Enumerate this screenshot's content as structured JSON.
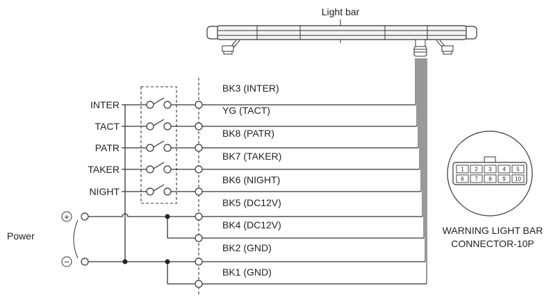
{
  "light_bar_label": "Light bar",
  "switch_labels": [
    "INTER",
    "TACT",
    "PATR",
    "TAKER",
    "NIGHT"
  ],
  "wire_labels": [
    "BK3 (INTER)",
    "YG (TACT)",
    "BK8 (PATR)",
    "BK7 (TAKER)",
    "BK6 (NIGHT)",
    "BK5 (DC12V)",
    "BK4 (DC12V)",
    "BK2 (GND)",
    "BK1 (GND)"
  ],
  "power": {
    "label": "Power",
    "plus_symbol": "+",
    "minus_symbol": "−"
  },
  "connector": {
    "caption_line1": "WARNING LIGHT BAR",
    "caption_line2": "CONNECTOR-10P",
    "pins_top": [
      "1",
      "2",
      "3",
      "4",
      "5"
    ],
    "pins_bottom": [
      "6",
      "7",
      "8",
      "9",
      "10"
    ]
  }
}
